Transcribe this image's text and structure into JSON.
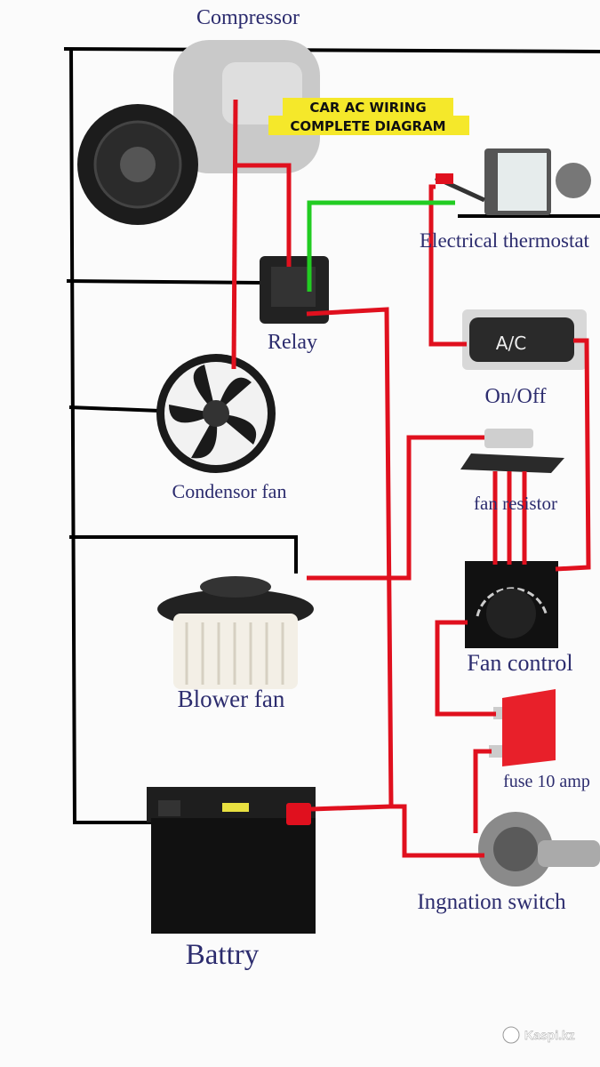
{
  "title": {
    "line1": "CAR AC WIRING",
    "line2": "COMPLETE DIAGRAM"
  },
  "labels": {
    "compressor": "Compressor",
    "relay": "Relay",
    "thermostat": "Electrical thermostat",
    "on_off": "On/Off",
    "ac_button": "A/C",
    "condensor_fan": "Condensor fan",
    "fan_resistor": "fan resistor",
    "fan_control": "Fan control",
    "blower_fan": "Blower fan",
    "fuse": "fuse 10 amp",
    "ignition_switch": "Ingnation switch",
    "battery": "Battry"
  },
  "watermark": "Kaspi.kz",
  "colors": {
    "positive_wire": "#e0101e",
    "ground_wire": "#000000",
    "signal_wire": "#22cc22",
    "title_highlight": "#f5e82a",
    "label_text": "#2c2c6e"
  }
}
